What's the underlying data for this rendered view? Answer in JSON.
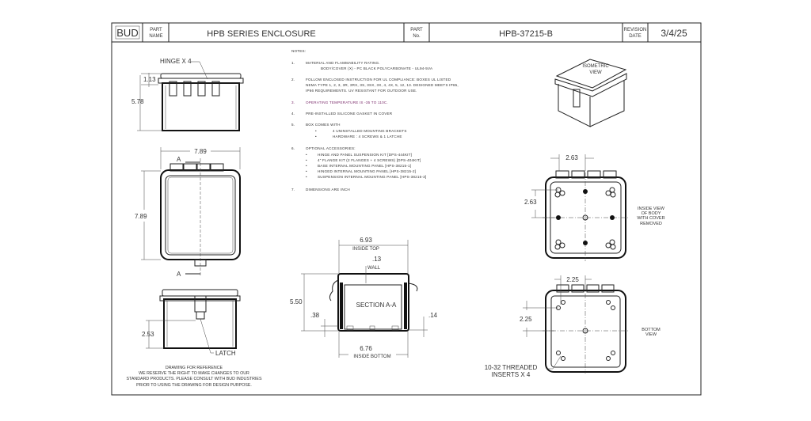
{
  "title_block": {
    "logo": "BUD",
    "part_name_label": [
      "PART",
      "NAME"
    ],
    "part_name": "HPB SERIES ENCLOSURE",
    "part_no_label": [
      "PART",
      "No."
    ],
    "part_no": "HPB-37215-B",
    "revision_date_label": [
      "REVISION",
      "DATE"
    ],
    "revision_date": "3/4/25"
  },
  "notes": {
    "heading": "NOTES:",
    "items": [
      {
        "num": "1.",
        "lines": [
          "MATERIAL AND FLAMMABILITY RATING.",
          "BODY/COVER (X) - PC BLACK POLYCARBONATE - UL94-5VA"
        ]
      },
      {
        "num": "2.",
        "lines": [
          "FOLLOW ENCLOSED INSTRUCTION FOR UL COMPLIANCE: BOXES UL LISTED",
          "NEMA TYPE 1, 2, 3, 3R, 3RX, 3S, 3SX, 3X, 4, 4X, 5, 12, 13. DESIGNED MEETS IP65,",
          "IP66 REQUIREMENTS. UV RESISTANT FOR OUTDOOR USE."
        ]
      },
      {
        "num": "3.",
        "lines": [
          "OPERATING TEMPERATURE IS -35 TO 110C."
        ],
        "color": "#7a2a6a"
      },
      {
        "num": "4.",
        "lines": [
          "PRE-INSTALLED SILICONE GASKET IN COVER"
        ]
      },
      {
        "num": "5.",
        "lines": [
          "BOX COMES WITH"
        ],
        "bullets": [
          "4 UNINSTALLED MOUNTING BRACKETS",
          "HARDWARE : 4 SCREWS & 1 LATCHE"
        ]
      },
      {
        "num": "6.",
        "lines": [
          "OPTIONAL ACCESSORIES:"
        ],
        "bullets": [
          "HINGE AND PANEL SUSPENSION KIT  [DPS-444KIT]",
          "4\" FLANGE KIT (2 FLANGES + 4 SCREWS)  [DPS-404KIT]",
          "BASE INTERNAL MOUNTING PANEL  [HPS-38215-1]",
          "HINGED INTERNAL MOUNTING PANEL  [HPS-38215-2]",
          "SUSPENSION INTERNAL MOUNTING PANEL  [HPS-38215-3]"
        ]
      },
      {
        "num": "7.",
        "lines": [
          "DIMENSIONS ARE INCH"
        ]
      }
    ]
  },
  "views": {
    "front": {
      "hinge_label": "HINGE X 4",
      "dim_lid": "1.13",
      "dim_height": "5.78"
    },
    "top": {
      "dim_width": "7.89",
      "dim_depth": "7.89",
      "section_marker": "A"
    },
    "side": {
      "dim_latch": "2.53",
      "latch_label": "LATCH"
    },
    "section": {
      "dim_inside_top": "6.93",
      "inside_top_label": "INSIDE TOP",
      "dim_wall": ".13",
      "wall_label": "WALL",
      "dim_height": "5.50",
      "label": "SECTION A-A",
      "dim_left": ".38",
      "dim_right": ".14",
      "dim_inside_bottom": "6.76",
      "inside_bottom_label": "INSIDE BOTTOM"
    },
    "isometric": {
      "label": [
        "ISOMETRIC",
        "VIEW"
      ]
    },
    "inside": {
      "dim_h": "2.63",
      "dim_v": "2.63",
      "label": [
        "INSIDE VIEW",
        "OF BODY",
        "WITH COVER",
        "REMOVED"
      ]
    },
    "bottom": {
      "dim_h": "2.25",
      "dim_v": "2.25",
      "label": [
        "BOTTOM",
        "VIEW"
      ],
      "insert_label": [
        "10-32 THREADED",
        "INSERTS X 4"
      ]
    }
  },
  "disclaimer": [
    "DRAWING FOR REFERENCE",
    "WE RESERVE THE RIGHT TO MAKE CHANGES TO OUR",
    "STANDARD PRODUCTS. PLEASE CONSULT WITH BUD INDUSTRIES",
    "PRIOR TO USING THE DRAWING FOR DESIGN PURPOSE."
  ]
}
